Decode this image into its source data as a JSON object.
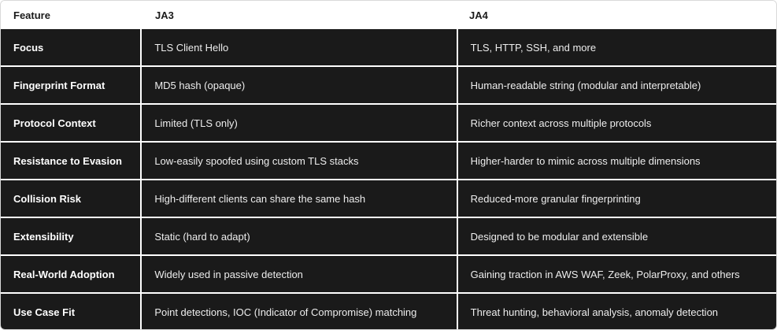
{
  "table": {
    "headers": [
      "Feature",
      "JA3",
      "JA4"
    ],
    "rows": [
      [
        "Focus",
        "TLS Client Hello",
        "TLS, HTTP, SSH, and more"
      ],
      [
        "Fingerprint Format",
        "MD5 hash (opaque)",
        "Human-readable string (modular and interpretable)"
      ],
      [
        "Protocol Context",
        "Limited (TLS only)",
        "Richer context across multiple protocols"
      ],
      [
        "Resistance to Evasion",
        "Low-easily spoofed using custom TLS stacks",
        "Higher-harder to mimic across multiple dimensions"
      ],
      [
        "Collision Risk",
        "High-different clients can share the same hash",
        "Reduced-more granular fingerprinting"
      ],
      [
        "Extensibility",
        "Static (hard to adapt)",
        "Designed to be modular and extensible"
      ],
      [
        "Real-World Adoption",
        "Widely used in passive detection",
        "Gaining traction in AWS WAF, Zeek, PolarProxy, and others"
      ],
      [
        "Use Case Fit",
        "Point detections, IOC (Indicator of Compromise) matching",
        "Threat hunting, behavioral analysis, anomaly detection"
      ]
    ]
  },
  "colors": {
    "row_background": "#1a1a1a",
    "row_text": "#ededed",
    "header_text": "#1a1a1a",
    "grid_line": "#ffffff"
  }
}
